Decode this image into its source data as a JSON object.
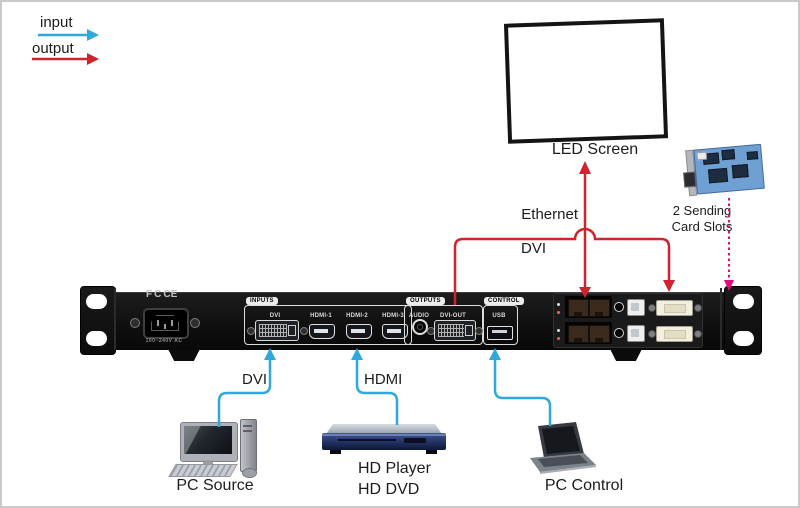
{
  "legend": {
    "input": "input",
    "output": "output"
  },
  "colors": {
    "input_blue": "#2fa8dc",
    "output_red": "#cf232e",
    "slots_magenta": "#e5087e"
  },
  "led_screen": {
    "label": "LED Screen"
  },
  "sending_card": {
    "label_line1": "2 Sending",
    "label_line2": "Card Slots"
  },
  "connections": {
    "ethernet": "Ethernet",
    "dvi_to_card": "DVI",
    "dvi_input": "DVI",
    "hdmi_input": "HDMI"
  },
  "device": {
    "fcc_mark": "FC",
    "ce_mark": "CE",
    "power_rating": "100~240V AC",
    "inputs": {
      "label": "INPUTS",
      "ports": [
        "DVI",
        "HDMI-1",
        "HDMI-2",
        "HDMI-3"
      ]
    },
    "outputs": {
      "label": "OUTPUTS",
      "ports": [
        "AUDIO",
        "DVI-OUT"
      ]
    },
    "control": {
      "label": "CONTROL",
      "ports": [
        "USB"
      ]
    }
  },
  "peripherals": {
    "pc_source": "PC Source",
    "hd_player_line1": "HD Player",
    "hd_player_line2": "HD DVD",
    "pc_control": "PC Control"
  }
}
